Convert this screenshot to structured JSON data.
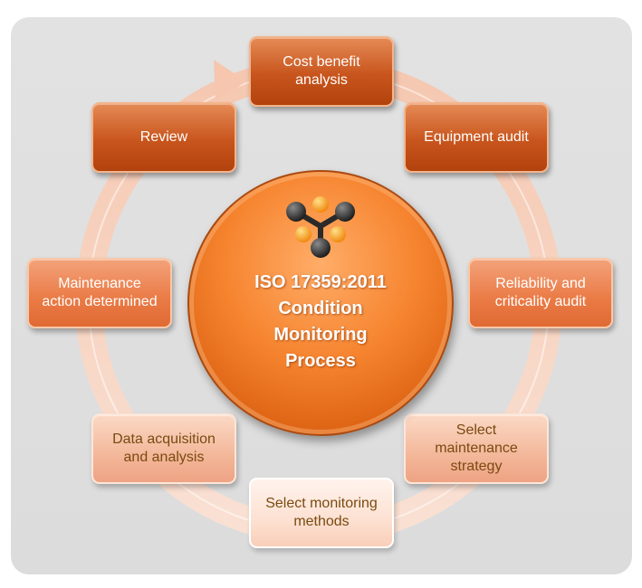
{
  "center": {
    "title": "ISO 17359:2011\nCondition\nMonitoring\nProcess"
  },
  "steps": [
    {
      "label": "Cost benefit analysis"
    },
    {
      "label": "Equipment audit"
    },
    {
      "label": "Reliability and criticality audit"
    },
    {
      "label": "Select maintenance strategy"
    },
    {
      "label": "Select monitoring methods"
    },
    {
      "label": "Data acquisition and analysis"
    },
    {
      "label": "Maintenance action determined"
    },
    {
      "label": "Review"
    }
  ],
  "colors": {
    "dark": "#c8551d",
    "mid": "#ea7a45",
    "light": "#f3b799",
    "pale": "#fde1d2",
    "ring": "#f2c2aa"
  },
  "icons": {
    "center_logo": "molecule-icon",
    "cycle_arrow": "cycle-arrow-icon"
  }
}
